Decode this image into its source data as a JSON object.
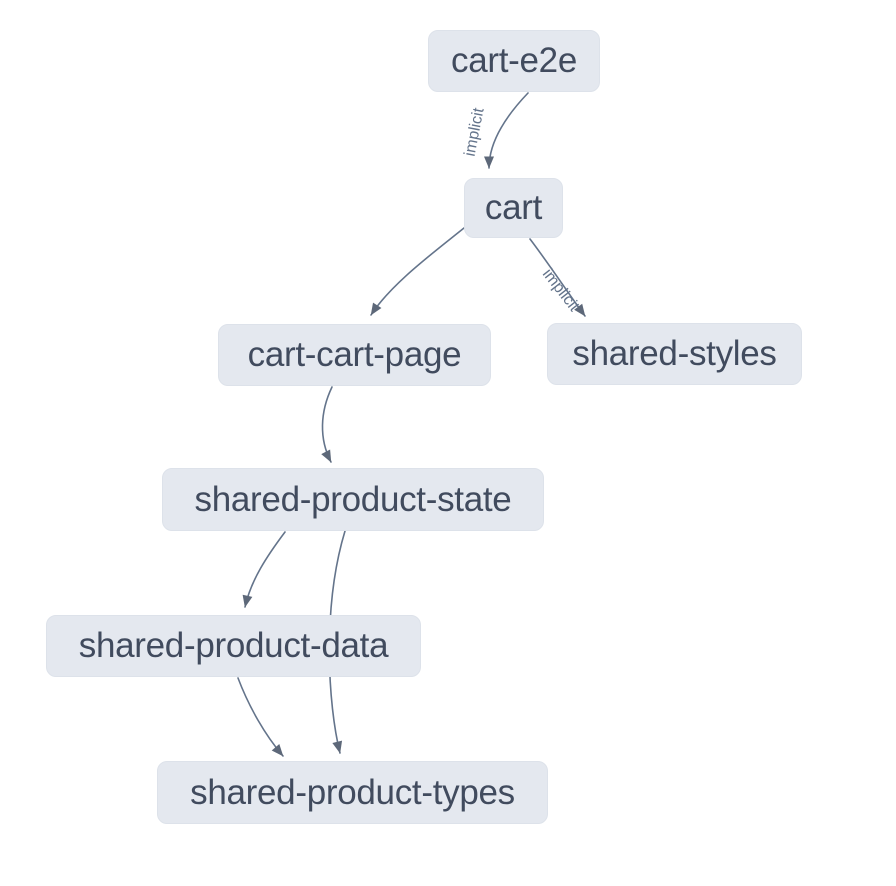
{
  "diagram": {
    "kind": "project-dependency-graph",
    "colors": {
      "background": "#ffffff",
      "node_fill": "#e4e8ef",
      "node_border": "#dde2ea",
      "node_text": "#414b5e",
      "edge_stroke": "#64748b",
      "arrowhead_fill": "#5d6879",
      "edge_label_text": "#64748b"
    },
    "nodes": [
      {
        "id": "cart-e2e",
        "label": "cart-e2e"
      },
      {
        "id": "cart",
        "label": "cart"
      },
      {
        "id": "cart-cart-page",
        "label": "cart-cart-page"
      },
      {
        "id": "shared-styles",
        "label": "shared-styles"
      },
      {
        "id": "shared-product-state",
        "label": "shared-product-state"
      },
      {
        "id": "shared-product-data",
        "label": "shared-product-data"
      },
      {
        "id": "shared-product-types",
        "label": "shared-product-types"
      }
    ],
    "edges": [
      {
        "from": "cart-e2e",
        "to": "cart",
        "type": "implicit",
        "label": "implicit"
      },
      {
        "from": "cart",
        "to": "cart-cart-page",
        "type": "static",
        "label": ""
      },
      {
        "from": "cart",
        "to": "shared-styles",
        "type": "implicit",
        "label": "implicit"
      },
      {
        "from": "cart-cart-page",
        "to": "shared-product-state",
        "type": "static",
        "label": ""
      },
      {
        "from": "shared-product-state",
        "to": "shared-product-data",
        "type": "static",
        "label": ""
      },
      {
        "from": "shared-product-state",
        "to": "shared-product-types",
        "type": "static",
        "label": ""
      },
      {
        "from": "shared-product-data",
        "to": "shared-product-types",
        "type": "static",
        "label": ""
      }
    ]
  }
}
